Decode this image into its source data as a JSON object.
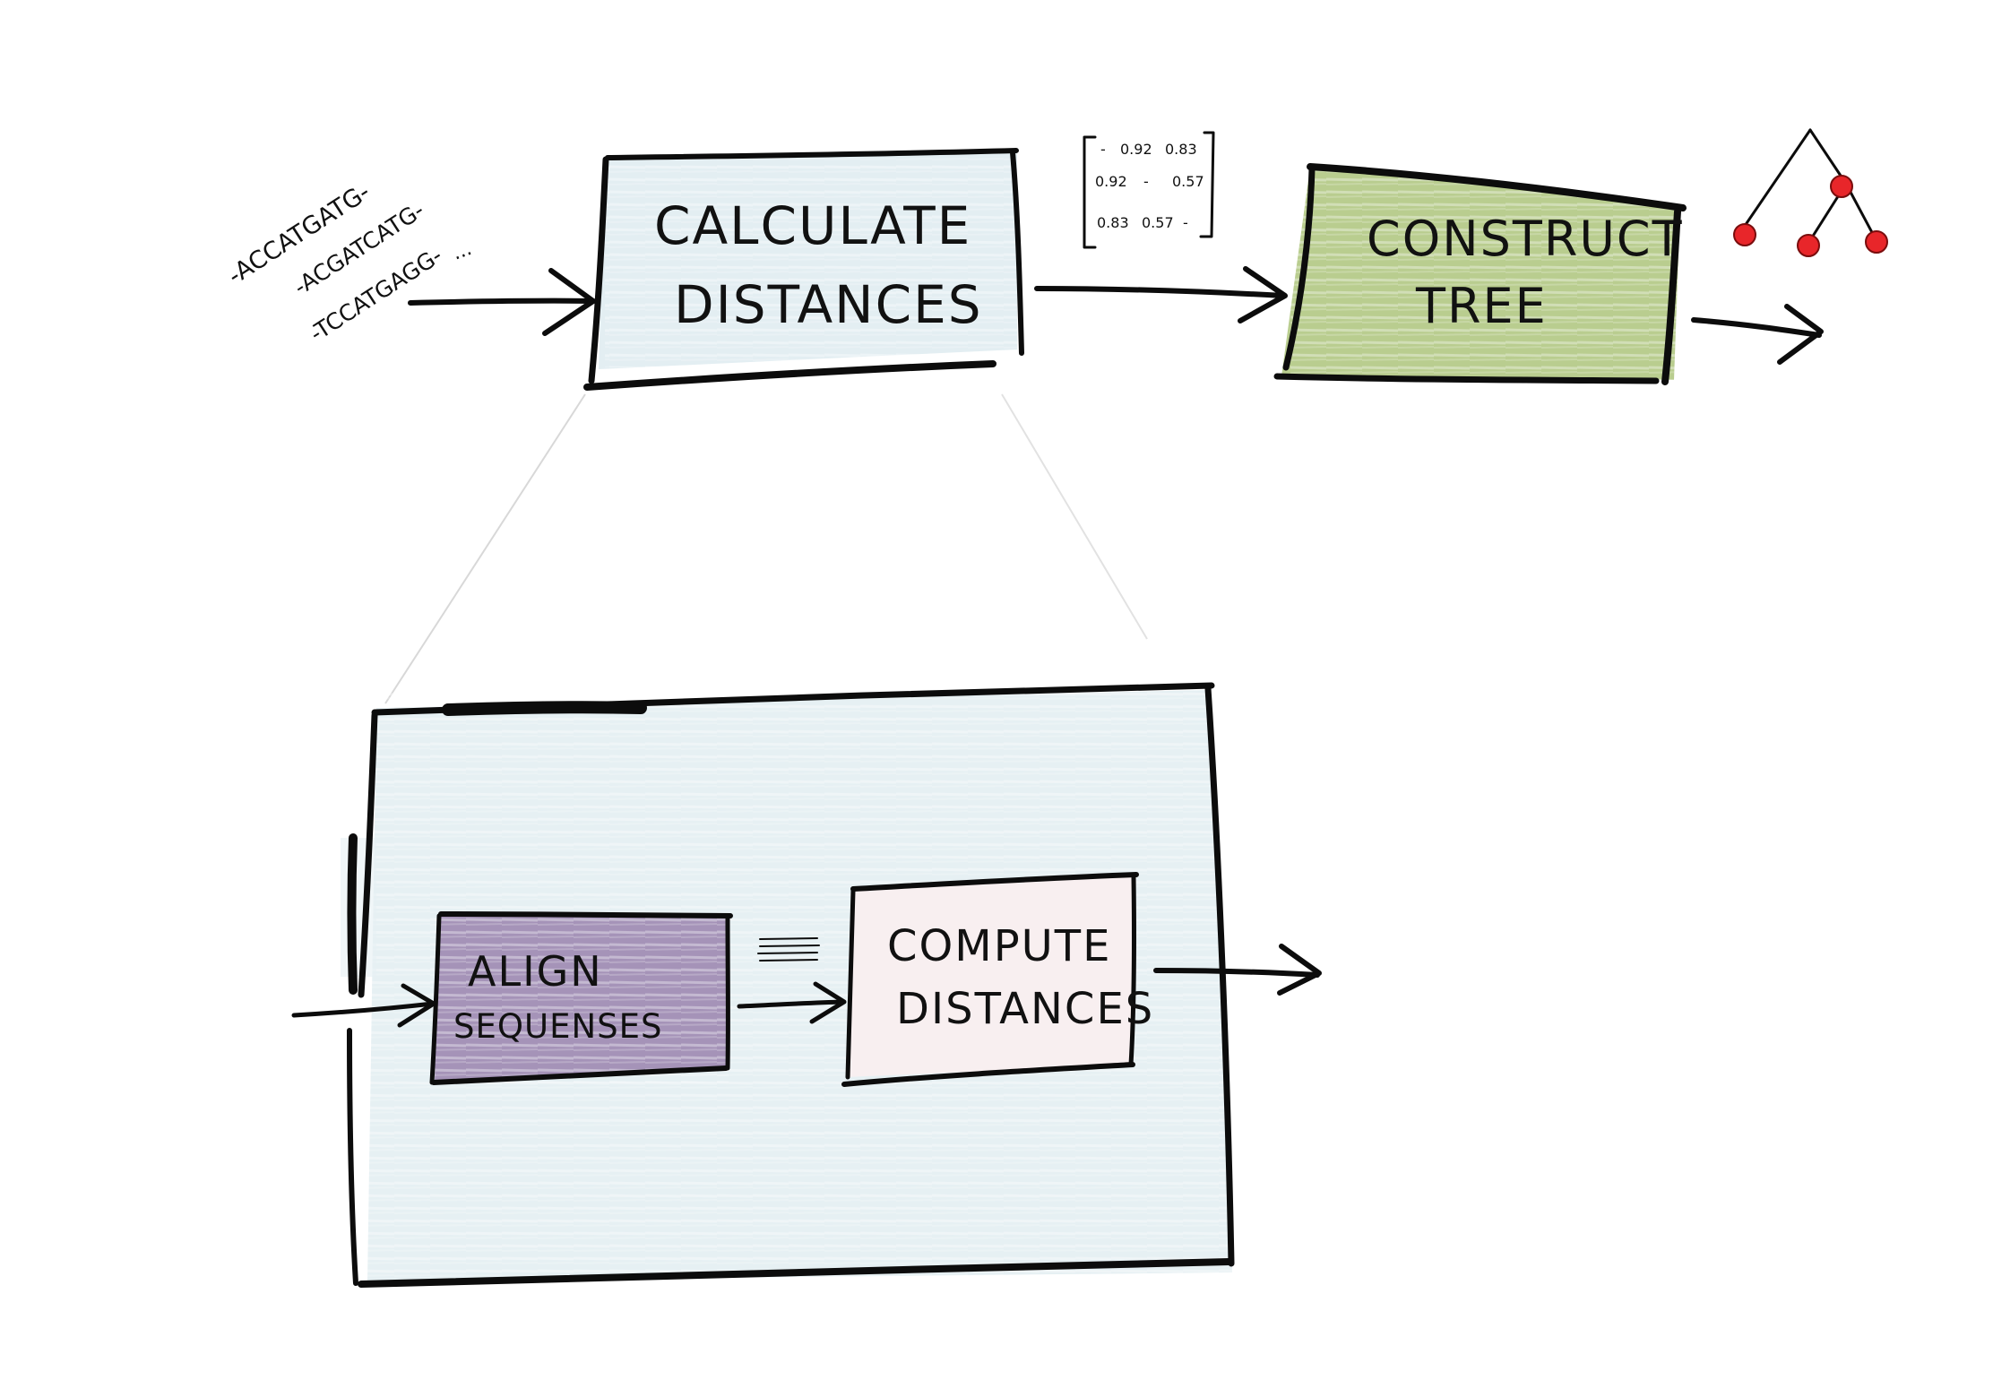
{
  "colors": {
    "ink": "#0c0c0c",
    "calc_fill": "#e3eef2",
    "tree_fill": "#b9cd8f",
    "align_fill": "#a593b8",
    "compute_fill": "#f8eff0",
    "zoom_fill": "#e6f0f3",
    "node_red": "#e8262a"
  },
  "input_sequences": [
    "-ACCATGATG-",
    "-ACGATCATG-",
    "-TCCATGAGG-",
    "..."
  ],
  "calculate_box": {
    "line1": "CALCULATE",
    "line2": "DISTANCES"
  },
  "distance_matrix": {
    "rows": [
      [
        "-",
        "0.92",
        "0.83"
      ],
      [
        "0.92",
        "-",
        "0.57"
      ],
      [
        "0.83",
        "0.57",
        "-"
      ]
    ]
  },
  "construct_box": {
    "line1": "CONSTRUCT",
    "line2": "TREE"
  },
  "detail": {
    "align_box": {
      "line1": "ALIGN",
      "line2": "SEQUENSES"
    },
    "compute_box": {
      "line1": "COMPUTE",
      "line2": "DISTANCES"
    }
  }
}
